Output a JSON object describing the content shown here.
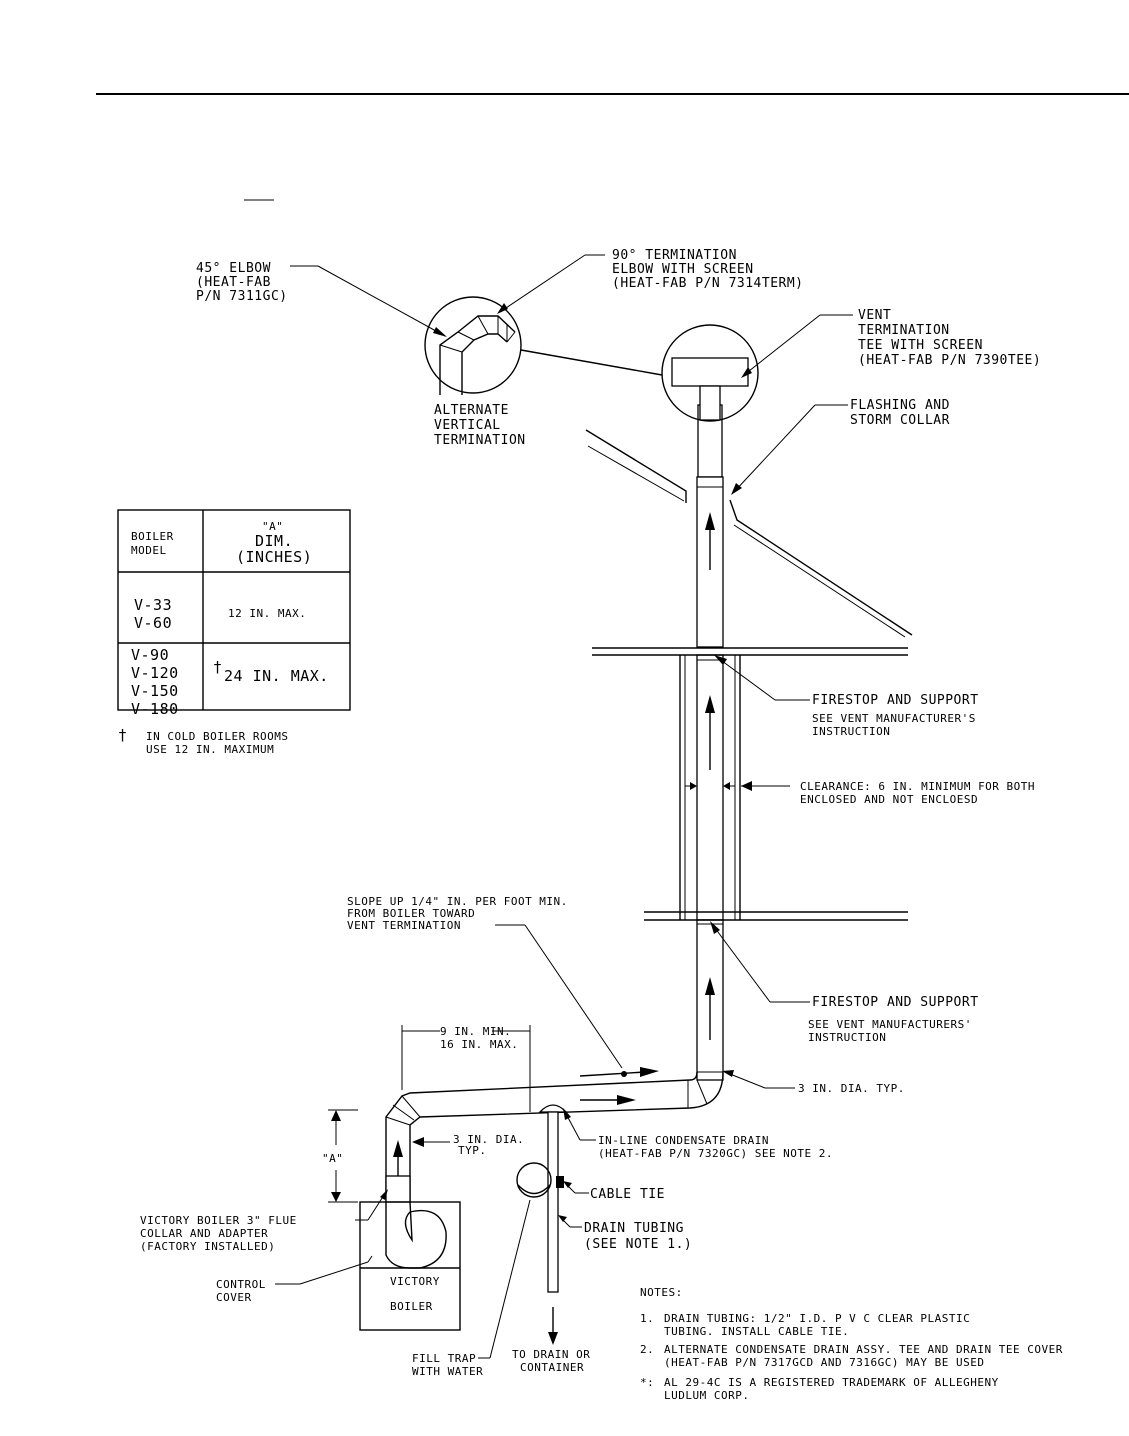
{
  "labels": {
    "elbow45": [
      "45° ELBOW",
      "(HEAT-FAB",
      "P/N 7311GC)"
    ],
    "term90": [
      "90° TERMINATION",
      "ELBOW WITH SCREEN",
      "(HEAT-FAB P/N 7314TERM)"
    ],
    "vent_tee": [
      "VENT",
      "TERMINATION",
      "TEE WITH SCREEN",
      "(HEAT-FAB P/N 7390TEE)"
    ],
    "alt_vertical": [
      "ALTERNATE",
      "VERTICAL",
      "TERMINATION"
    ],
    "flashing": [
      "FLASHING AND",
      "STORM COLLAR"
    ],
    "firestop1": [
      "FIRESTOP AND SUPPORT",
      "SEE VENT MANUFACTURER'S",
      "INSTRUCTION"
    ],
    "clearance": [
      "CLEARANCE: 6 IN. MINIMUM FOR BOTH",
      "ENCLOSED AND NOT ENCLOESD"
    ],
    "slope": [
      "SLOPE UP 1/4\" IN. PER FOOT MIN.",
      "FROM BOILER TOWARD",
      "VENT TERMINATION"
    ],
    "firestop2": [
      "FIRESTOP AND SUPPORT",
      "SEE VENT MANUFACTURERS'",
      "INSTRUCTION"
    ],
    "min9": [
      "9 IN. MIN.",
      "16 IN. MAX."
    ],
    "dia3_main": "3 IN. DIA. TYP.",
    "a_dim": "\"A\"",
    "dia3_small": [
      "3 IN. DIA.",
      "TYP."
    ],
    "inline_drain": [
      "IN-LINE CONDENSATE DRAIN",
      "(HEAT-FAB P/N 7320GC) SEE NOTE 2."
    ],
    "cable_tie": "CABLE TIE",
    "drain_tubing": [
      "DRAIN TUBING",
      "(SEE NOTE 1.)"
    ],
    "flue_collar": [
      "VICTORY BOILER 3\" FLUE",
      "COLLAR AND ADAPTER",
      "(FACTORY INSTALLED)"
    ],
    "control_cover": [
      "CONTROL",
      "COVER"
    ],
    "boiler": [
      "VICTORY",
      "BOILER"
    ],
    "fill_trap": [
      "FILL TRAP",
      "WITH WATER"
    ],
    "to_drain": [
      "TO DRAIN OR",
      "CONTAINER"
    ]
  },
  "table": {
    "header_model": [
      "BOILER",
      "MODEL"
    ],
    "header_dim": [
      "\"A\"",
      "DIM.",
      "(INCHES)"
    ],
    "rows": [
      {
        "models": [
          "V-33",
          "V-60"
        ],
        "value": "12 IN. MAX.",
        "dagger": ""
      },
      {
        "models": [
          "V-90",
          "V-120",
          "V-150",
          "V-180"
        ],
        "value": "24 IN. MAX.",
        "dagger": "†"
      }
    ],
    "footnote_mark": "†",
    "footnote": [
      "IN COLD BOILER ROOMS",
      "USE 12 IN. MAXIMUM"
    ]
  },
  "notes": {
    "title": "NOTES:",
    "items": [
      [
        "1.",
        "DRAIN TUBING: 1/2\" I.D. P V C CLEAR PLASTIC",
        "TUBING. INSTALL CABLE TIE."
      ],
      [
        "2.",
        "ALTERNATE CONDENSATE DRAIN ASSY. TEE AND DRAIN TEE COVER",
        "(HEAT-FAB P/N 7317GCD AND 7316GC) MAY BE USED"
      ],
      [
        "*:",
        "AL 29-4C IS A REGISTERED TRADEMARK OF ALLEGHENY",
        "LUDLUM CORP."
      ]
    ]
  }
}
